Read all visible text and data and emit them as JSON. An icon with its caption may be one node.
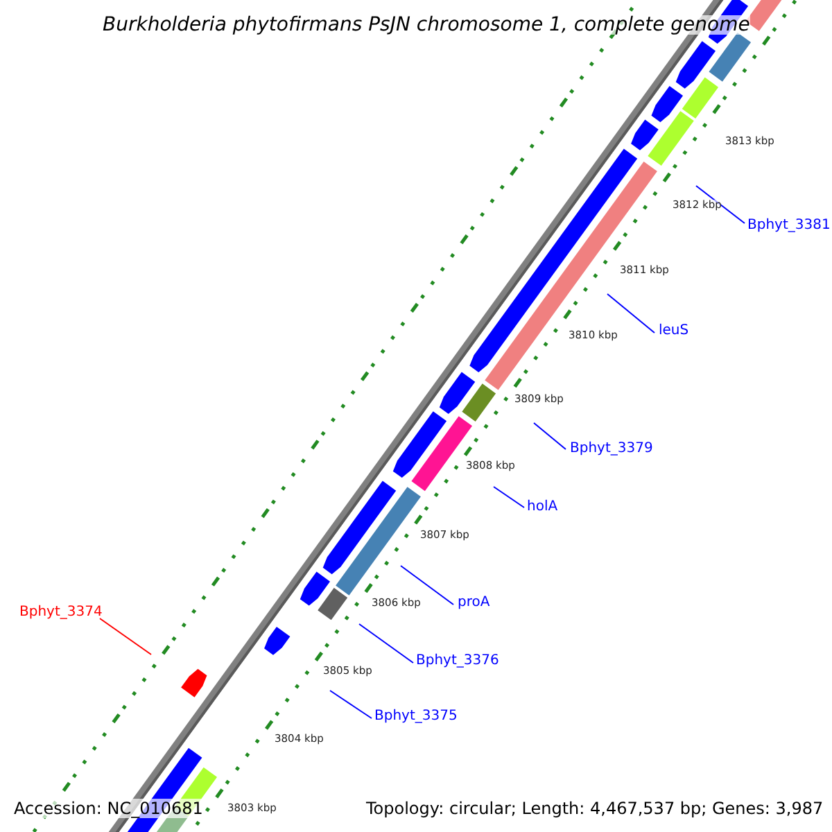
{
  "diagram": {
    "title": "Burkholderia phytofirmans PsJN chromosome 1, complete genome",
    "nodes": [
      {
        "text": [
          "Bphyt_3381"
        ]
      },
      {
        "text": [
          "leuS"
        ]
      },
      {
        "text": [
          "Bphyt_3379"
        ]
      },
      {
        "text": [
          "holA"
        ]
      },
      {
        "text": [
          "proA"
        ]
      },
      {
        "text": [
          "Bphyt_3376"
        ]
      },
      {
        "text": [
          "Bphyt_3375"
        ]
      },
      {
        "text": [
          "Bphyt_3374"
        ]
      }
    ],
    "edges": [
      {
        "from": 0,
        "to": null,
        "arrow": "none"
      },
      {
        "from": 1,
        "to": null,
        "arrow": "none"
      },
      {
        "from": 2,
        "to": null,
        "arrow": "none"
      },
      {
        "from": 3,
        "to": null,
        "arrow": "none"
      },
      {
        "from": 4,
        "to": null,
        "arrow": "none"
      },
      {
        "from": 5,
        "to": null,
        "arrow": "none"
      },
      {
        "from": 6,
        "to": null,
        "arrow": "none"
      },
      {
        "from": 7,
        "to": null,
        "arrow": "none",
        "color": "#ff0000"
      }
    ],
    "labels": [
      "3813 kbp",
      "3812 kbp",
      "3811 kbp",
      "3810 kbp",
      "3809 kbp",
      "3808 kbp",
      "3807 kbp",
      "3806 kbp",
      "3805 kbp",
      "3804 kbp",
      "3803 kbp",
      "Accession: NC_010681",
      "Topology: circular; Length: 4,467,537 bp; Genes: 3,987"
    ]
  }
}
